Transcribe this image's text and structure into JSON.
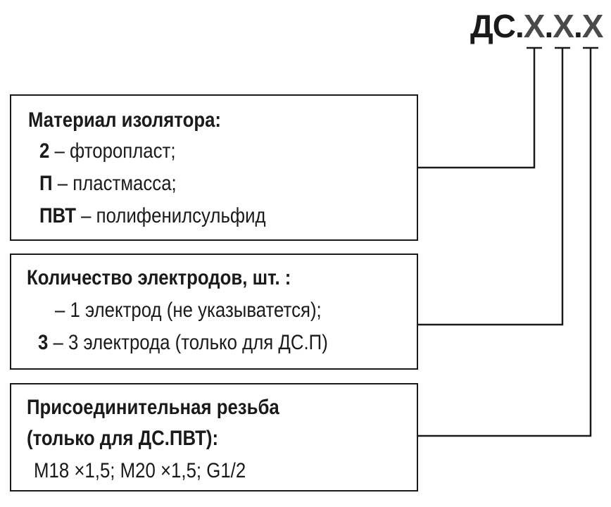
{
  "code": {
    "prefix": "ДС",
    "separator": ".",
    "positions": [
      "Х",
      "Х",
      "Х"
    ]
  },
  "boxes": [
    {
      "title": "Материал изолятора:",
      "items": [
        {
          "key": "2",
          "text": " – фторопласт;"
        },
        {
          "key": "П",
          "text": " – пластмасса;"
        },
        {
          "key": "ПВТ",
          "text": " – полифенилсульфид"
        }
      ]
    },
    {
      "title": "Количество электродов, шт. :",
      "items": [
        {
          "key": "",
          "text": "– 1 электрод (не указыватется);"
        },
        {
          "key": "3",
          "text": " – 3 электрода (только для ДС.П)"
        }
      ]
    },
    {
      "title_lines": [
        "Присоединительная резьба",
        "(только для ДС.ПВТ):"
      ],
      "items": [
        {
          "key": "",
          "text": "М18 ×1,5; М20 ×1,5; G1/2"
        }
      ]
    }
  ]
}
